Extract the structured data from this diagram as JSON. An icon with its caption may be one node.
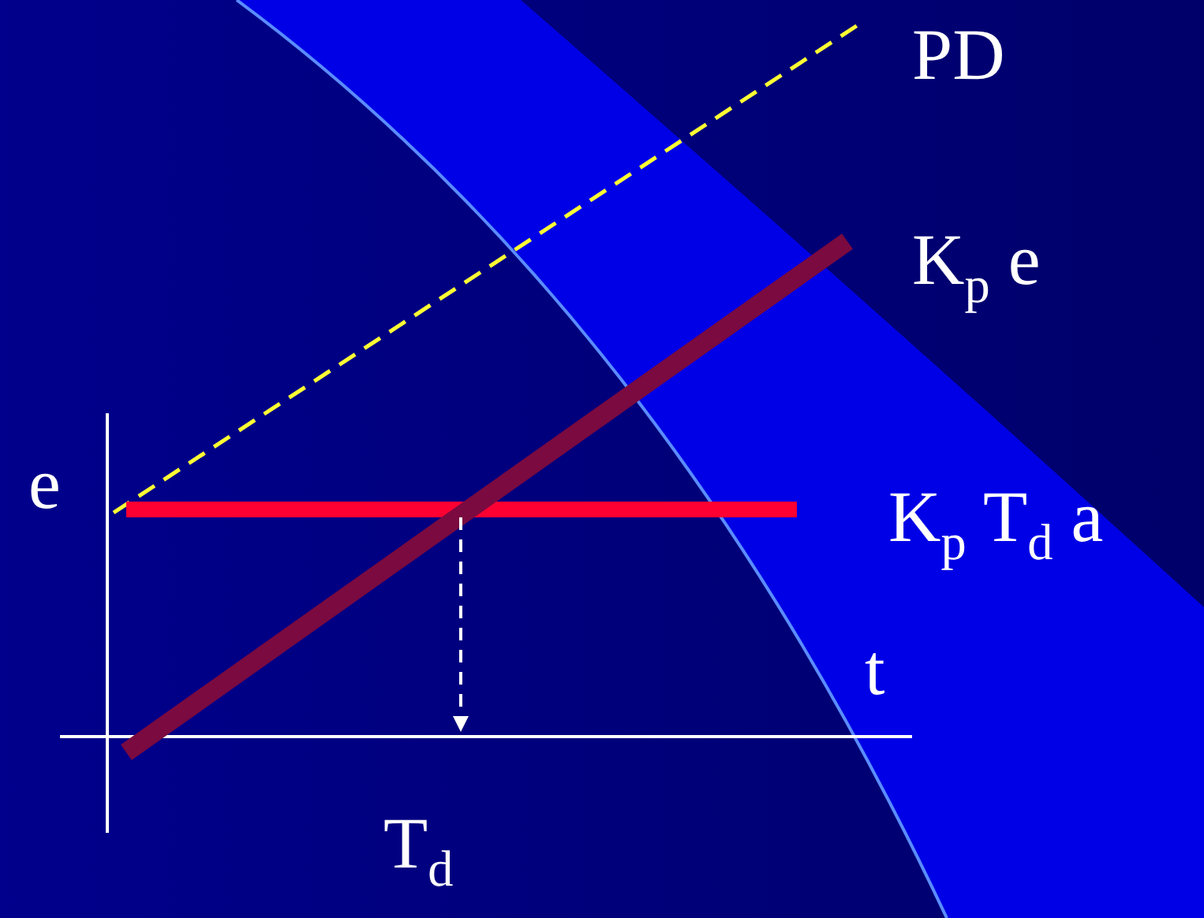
{
  "diagram": {
    "labels": [
      "PD",
      "K$_{p}$ e",
      "e",
      "K$_{p}$ T$_{d}$ a",
      "t",
      "T$_{d}$"
    ]
  }
}
